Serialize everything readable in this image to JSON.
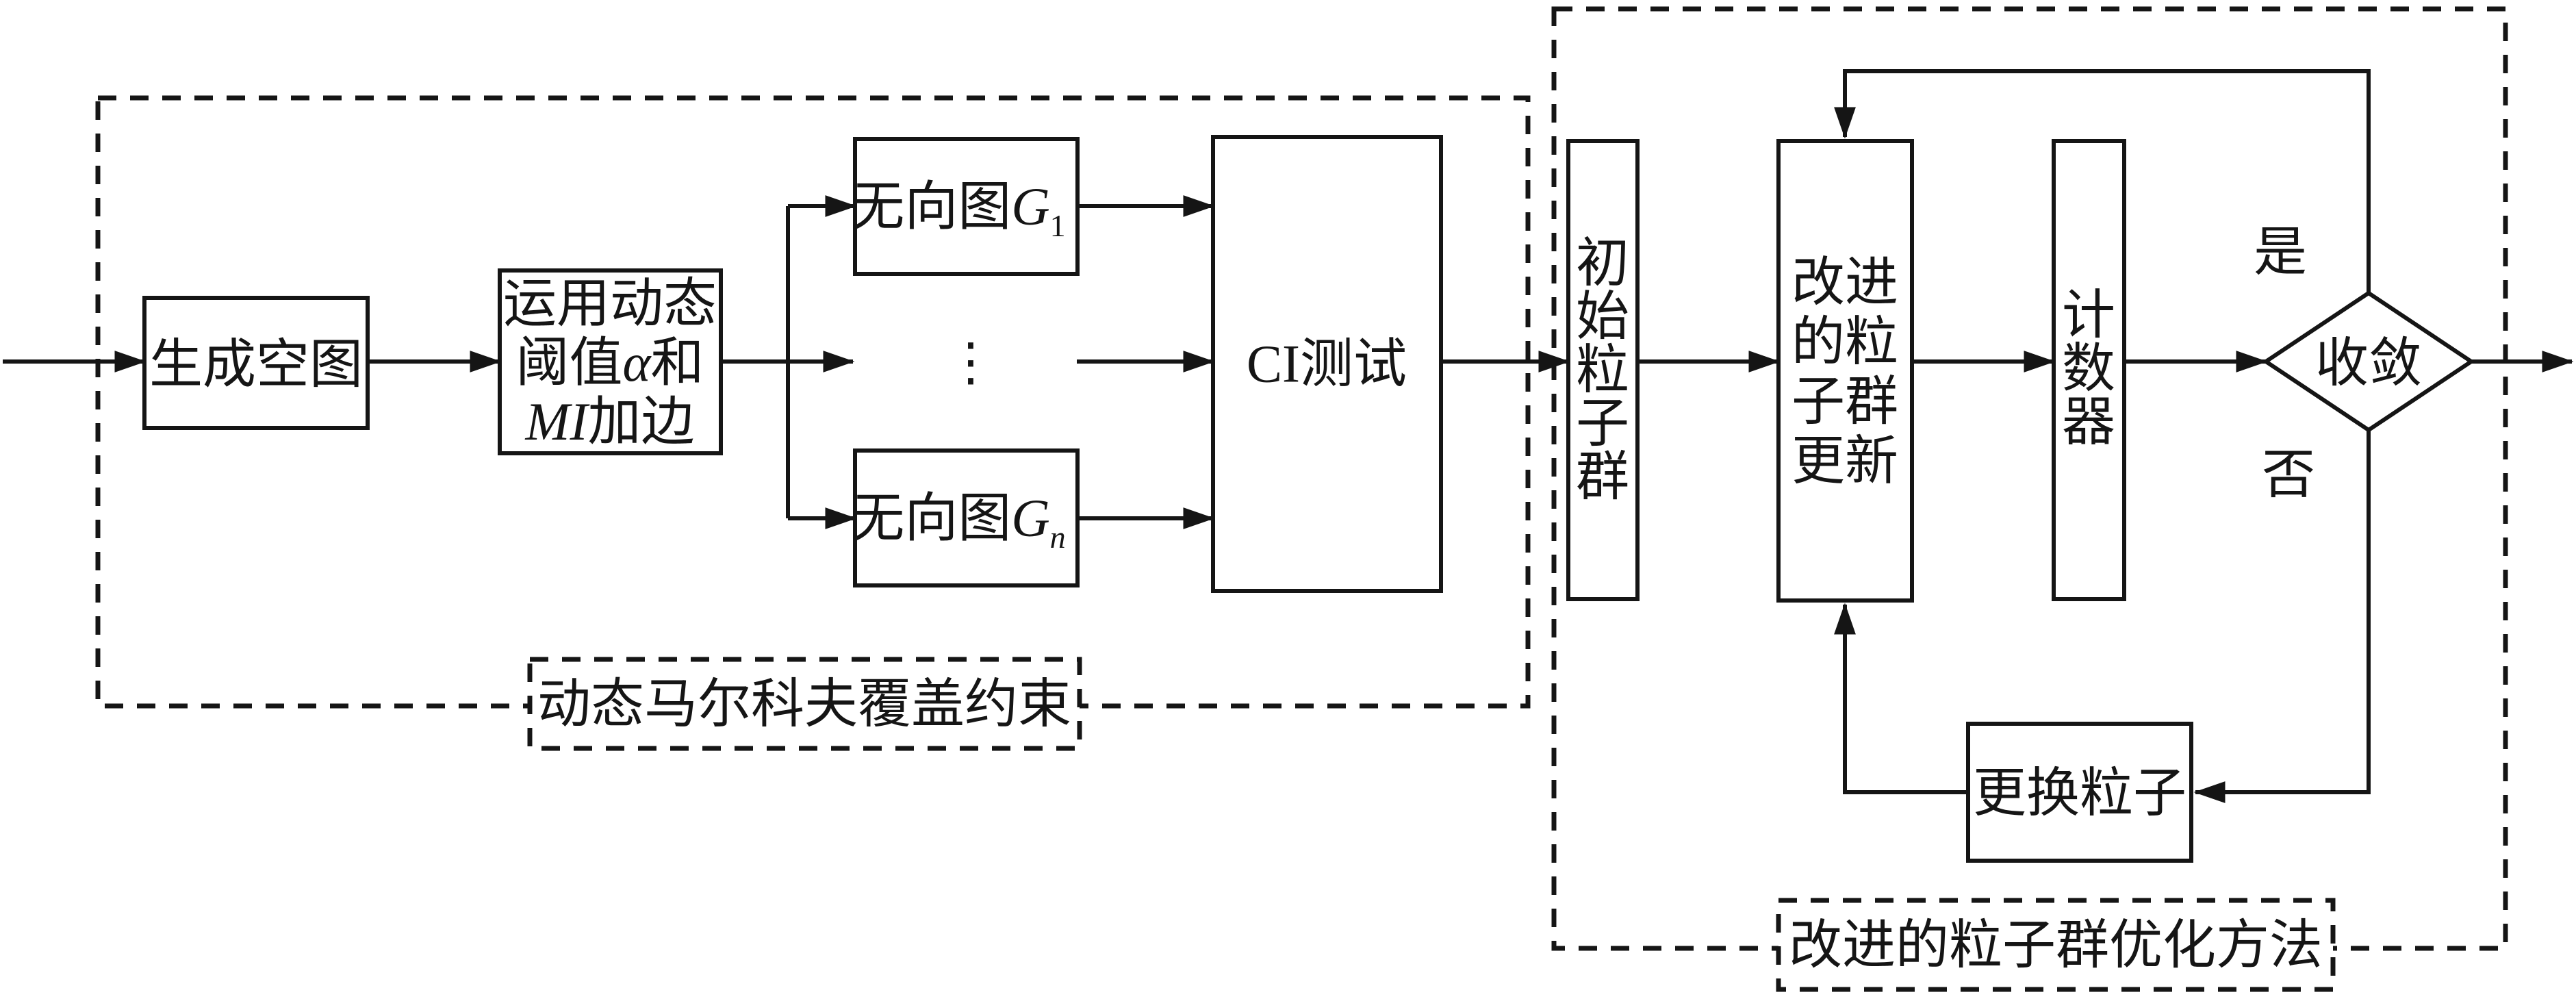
{
  "figure": {
    "background": "#ffffff",
    "ink_color": "#151515"
  },
  "left_group": {
    "label": "动态马尔科夫覆盖约束",
    "generate_empty_graph": "生成空图",
    "threshold_box": {
      "line1": "运用动态",
      "line2_pre": "阈值",
      "line2_var": "α",
      "line2_post": "和",
      "line3_var": "MI",
      "line3_rest": "加边"
    },
    "graph_1": {
      "prefix": "无向图",
      "var": "G",
      "sub": "1"
    },
    "graph_n": {
      "prefix": "无向图",
      "var": "G",
      "sub": "n"
    },
    "ellipsis": "⋮",
    "ci_test": "CI测试"
  },
  "right_group": {
    "label": "改进的粒子群优化方法",
    "initial_swarm_chars": [
      "初",
      "始",
      "粒",
      "子",
      "群"
    ],
    "update_lines": [
      "改进",
      "的粒",
      "子群",
      "更新"
    ],
    "counter_chars": [
      "计",
      "数",
      "器"
    ],
    "decision": "收敛",
    "yes_label": "是",
    "no_label": "否",
    "replace_particles": "更换粒子"
  }
}
